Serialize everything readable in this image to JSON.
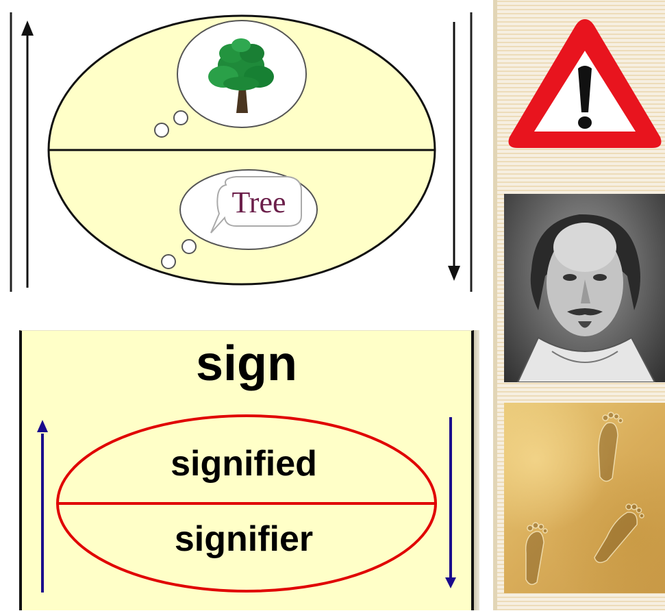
{
  "tree_diagram": {
    "speech_bubble_text": "Tree"
  },
  "sign_diagram": {
    "title": "sign",
    "upper_label": "signified",
    "lower_label": "signifier"
  },
  "side_images": {
    "warning": "warning-sign-icon",
    "portrait": "shakespeare-portrait",
    "footprints": "footprints-in-sand"
  },
  "colors": {
    "ellipse_fill": "#ffffc8",
    "sign_ellipse_stroke": "#e00000",
    "sign_arrow": "#1a0a8c",
    "warning_red": "#e8141e",
    "tree_green": "#1f8a3a",
    "bubble_text": "#6b1f4a"
  }
}
